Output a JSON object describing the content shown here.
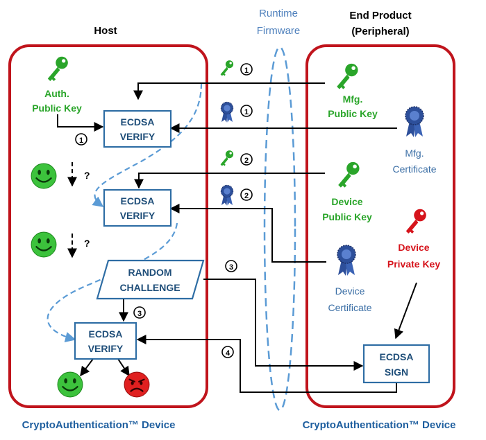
{
  "colors": {
    "panel_border": "#c0141c",
    "box_border": "#2e6da4",
    "box_text": "#1f4e79",
    "title_text": "#000000",
    "green_text": "#2aa52a",
    "red_text": "#d6141c",
    "blue_text": "#3a6ea5",
    "runtime_text": "#4f81bd",
    "ellipse": "#5b9bd5",
    "dashed_flow": "#5b9bd5",
    "footer_text": "#1f5f9f"
  },
  "host": {
    "title": "Host",
    "footer": "CryptoAuthentication™ Device",
    "auth_key_label": [
      "Auth.",
      "Public Key"
    ]
  },
  "runtime": {
    "label": [
      "Runtime",
      "Firmware"
    ]
  },
  "peripheral": {
    "title": [
      "End Product",
      "(Peripheral)"
    ],
    "footer": "CryptoAuthentication™ Device",
    "mfg_key_label": [
      "Mfg.",
      "Public Key"
    ],
    "mfg_cert_label": [
      "Mfg.",
      "Certificate"
    ],
    "device_key_label": [
      "Device",
      "Public Key"
    ],
    "device_private_label": [
      "Device",
      "Private Key"
    ],
    "device_cert_label": [
      "Device",
      "Certificate"
    ]
  },
  "boxes": {
    "verify1": [
      "ECDSA",
      "VERIFY"
    ],
    "verify2": [
      "ECDSA",
      "VERIFY"
    ],
    "challenge": [
      "RANDOM",
      "CHALLENGE"
    ],
    "verify3": [
      "ECDSA",
      "VERIFY"
    ],
    "sign": [
      "ECDSA",
      "SIGN"
    ]
  },
  "steps": {
    "s1": "1",
    "s2": "2",
    "s3": "3",
    "s4": "4"
  },
  "question": "?",
  "icons": {
    "key_green": "key-icon",
    "key_red": "key-icon",
    "ribbon": "ribbon-award-icon",
    "smile": "smiley-face-icon",
    "frown": "frowning-face-icon"
  }
}
